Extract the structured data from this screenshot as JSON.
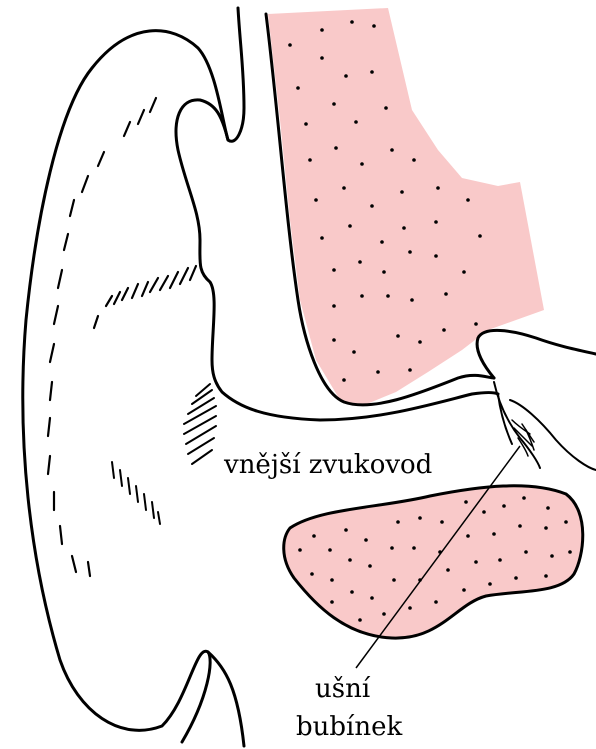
{
  "labels": {
    "ear_canal": "vnější zvukovod",
    "eardrum_line1": "ušní",
    "eardrum_line2": "bubínek"
  },
  "colors": {
    "tissue_fill": "#f9c9c9",
    "outline": "#000000",
    "background": "#ffffff"
  }
}
